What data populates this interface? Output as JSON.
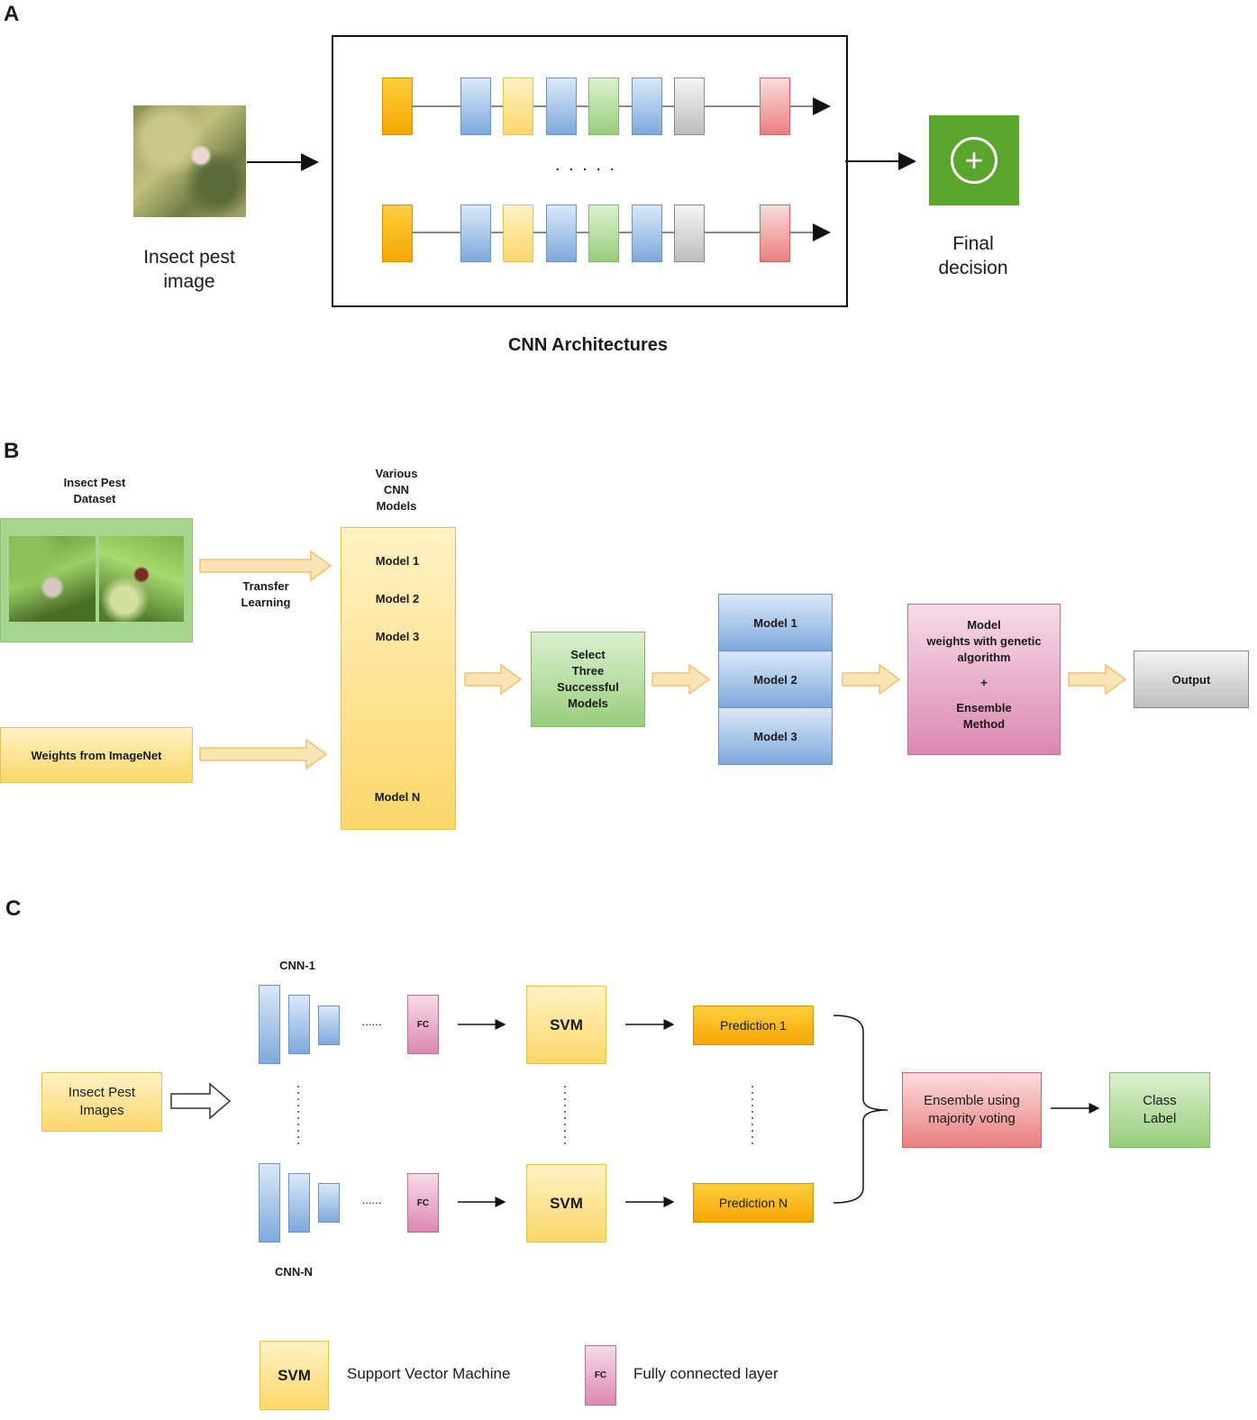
{
  "panels": {
    "a": "A",
    "b": "B",
    "c": "C"
  },
  "panel_a": {
    "input_label": [
      "Insect pest",
      "image"
    ],
    "dots": ". . . . .",
    "box_caption": "CNN Architectures",
    "output_label": [
      "Final",
      "decision"
    ],
    "plus_symbol": "+"
  },
  "panel_b": {
    "dataset_label": [
      "Insect Pest",
      "Dataset"
    ],
    "transfer_label": [
      "Transfer",
      "Learning"
    ],
    "weights_label": "Weights from ImageNet",
    "various_label": [
      "Various",
      "CNN",
      "Models"
    ],
    "models": [
      "Model 1",
      "Model 2",
      "Model 3",
      "Model N"
    ],
    "select_label": [
      "Select",
      "Three",
      "Successful",
      "Models"
    ],
    "three_models": [
      "Model 1",
      "Model 2",
      "Model 3"
    ],
    "genetic_label": [
      "Model",
      "weights with genetic",
      "algorithm"
    ],
    "plus": "+",
    "ensemble_label": [
      "Ensemble",
      "Method"
    ],
    "output_label": "Output"
  },
  "panel_c": {
    "cnn_top": "CNN-1",
    "cnn_bottom": "CNN-N",
    "dots_h": "......",
    "fc": "FC",
    "svm": "SVM",
    "input_label": [
      "Insect Pest",
      "Images"
    ],
    "prediction_top": "Prediction 1",
    "prediction_bottom": "Prediction N",
    "ensemble_label": [
      "Ensemble using",
      "majority voting"
    ],
    "class_label": [
      "Class",
      "Label"
    ]
  },
  "legend": {
    "svm_symbol": "SVM",
    "svm_text": "Support Vector Machine",
    "fc_symbol": "FC",
    "fc_text": "Fully connected layer"
  },
  "colors": {
    "orange": "#f5a300",
    "blue": "#7ea9dc",
    "yellow": "#fbd76a",
    "green": "#98cd7c",
    "gray": "#bdbdbd",
    "red": "#ea7f7f",
    "final_green": "#5aa52c",
    "pink": "#dc88b0"
  }
}
